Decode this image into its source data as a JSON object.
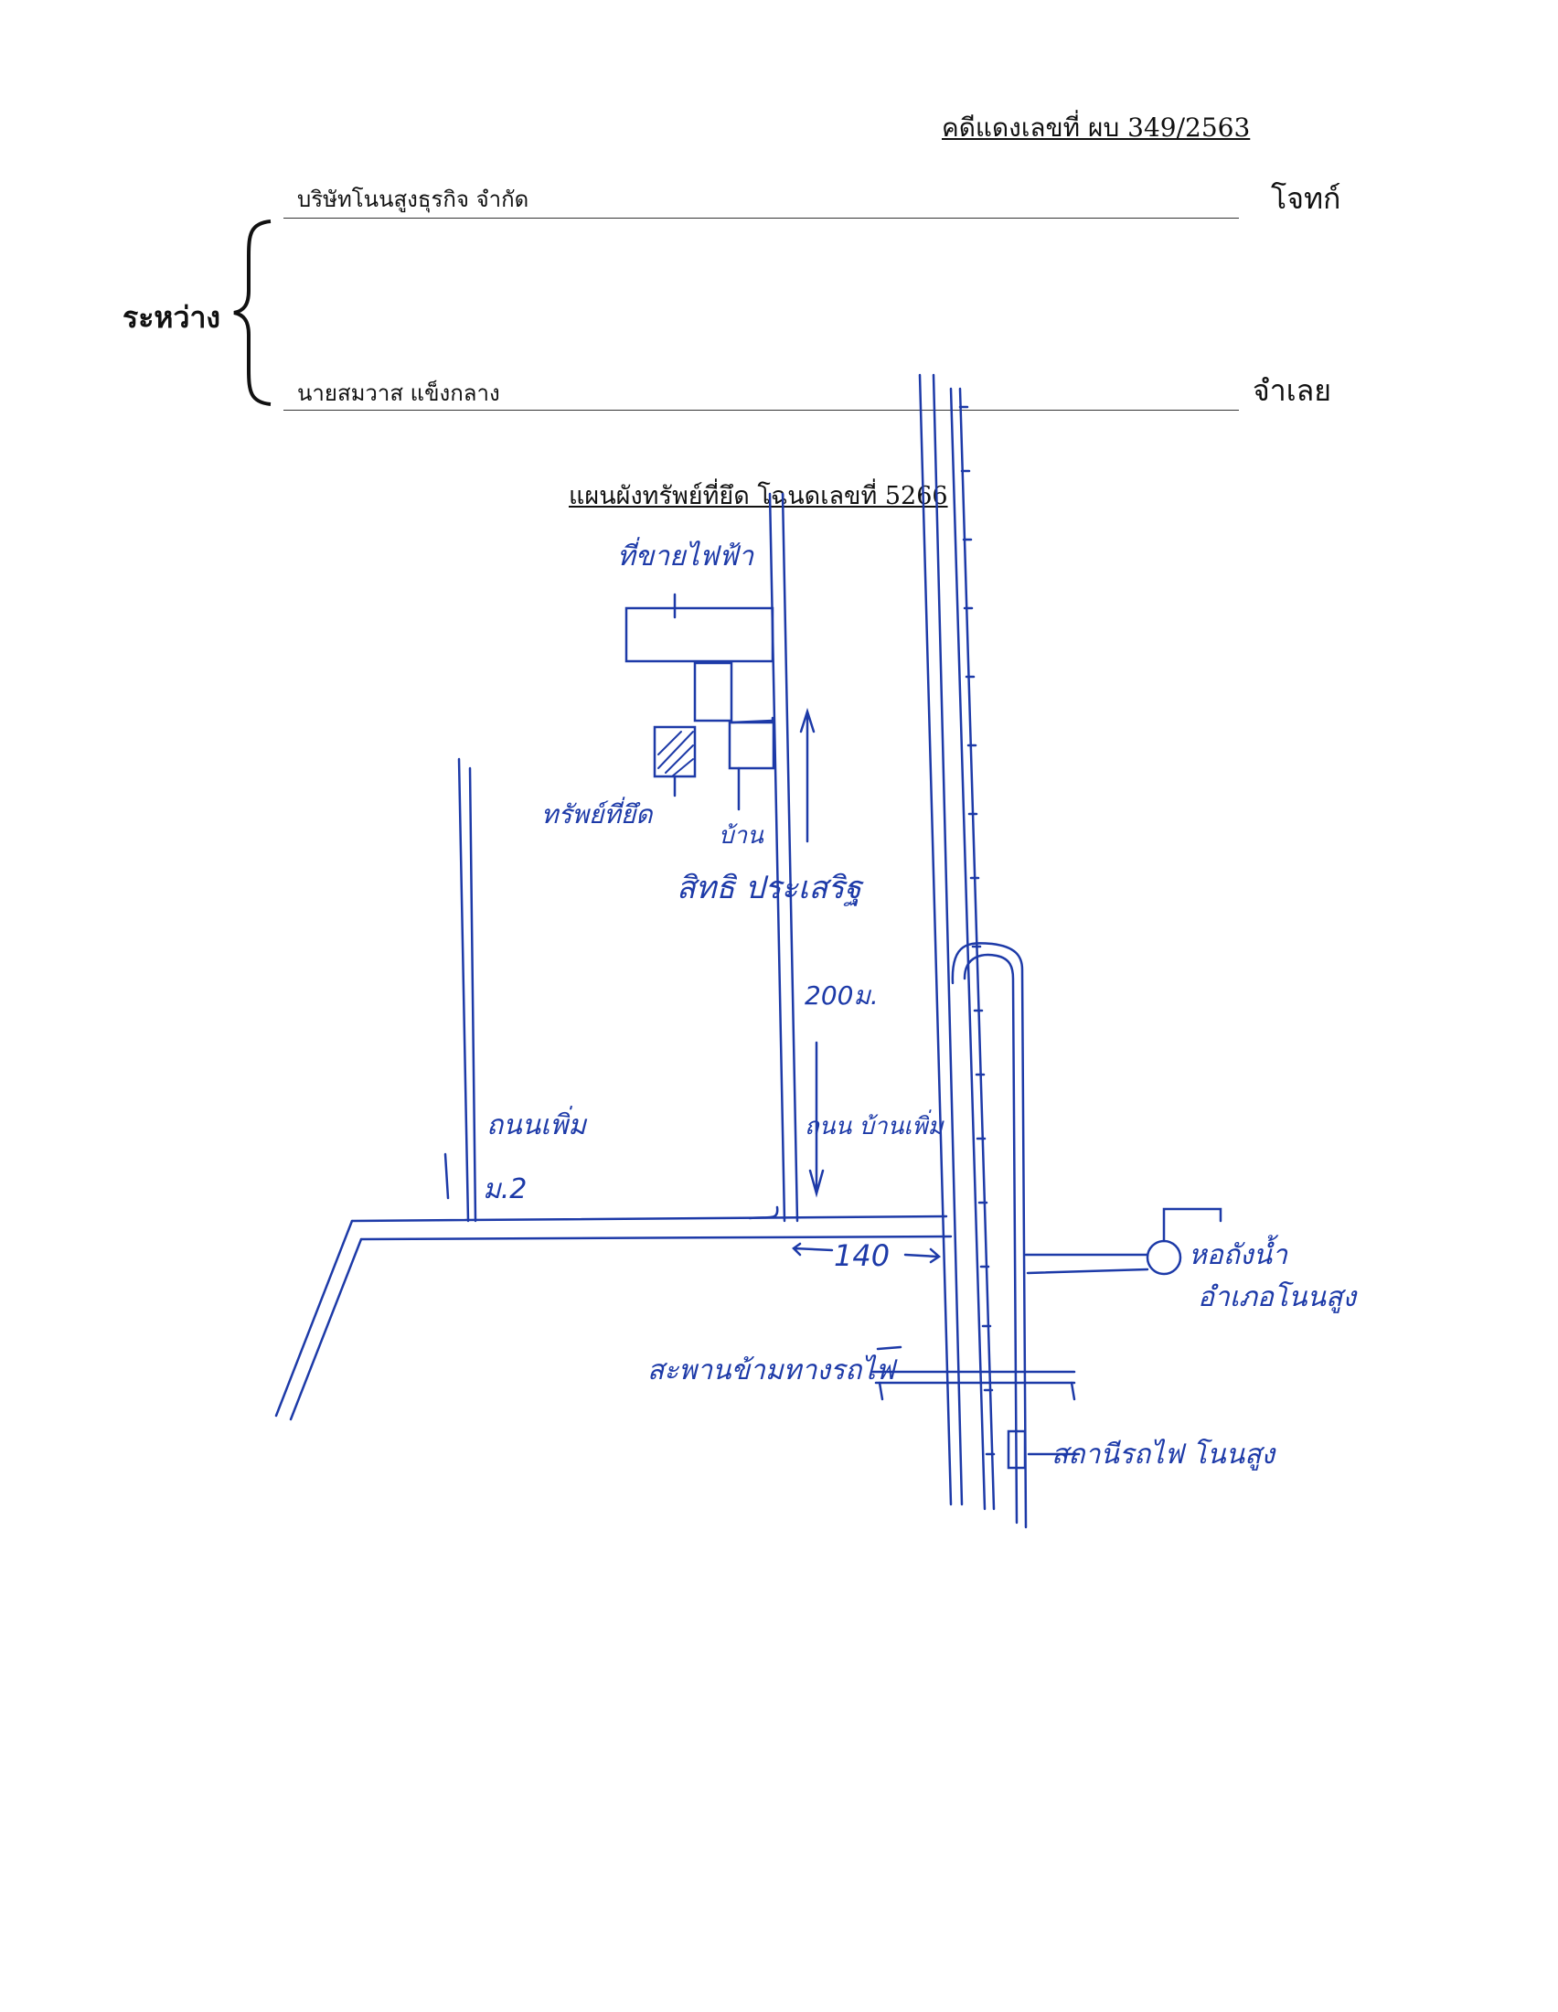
{
  "header": {
    "case_number": "คดีแดงเลขที่ ผบ 349/2563",
    "plaintiff_name": "บริษัทโนนสูงธุรกิจ จำกัด",
    "plaintiff_role": "โจทก์",
    "between_label": "ระหว่าง",
    "defendant_name": "นายสมวาส แข็งกลาง",
    "defendant_role": "จำเลย"
  },
  "map": {
    "title": "แผนผังทรัพย์ที่ยึด โฉนดเลขที่ 5266",
    "ink_color": "#1d3aa8",
    "labels": {
      "electric_shop": "ที่ขายไฟฟ้า",
      "seized_property": "ทรัพย์ที่ยึด",
      "house": "บ้าน",
      "owner": "สิทธิ ประเสริฐ",
      "distance_vertical": "200ม.",
      "village": "ถนนเพิ่ม",
      "village_no": "ม.2",
      "road_name": "ถนน บ้านเพิ่ม",
      "distance_horizontal": "140",
      "water_tower": "หอถังน้ำ",
      "municipality": "อำเภอโนนสูง",
      "bridge": "สะพานข้ามทางรถไฟ",
      "station": "สถานีรถไฟ โนนสูง"
    }
  }
}
